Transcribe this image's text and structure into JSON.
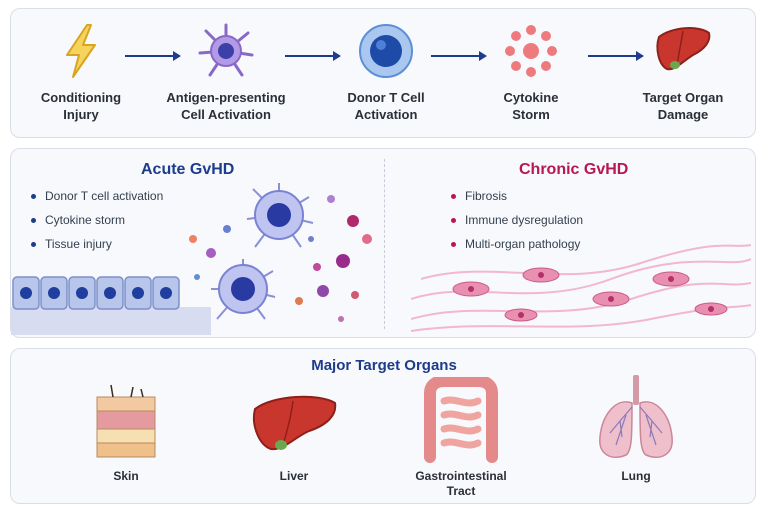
{
  "pathway": {
    "steps": [
      {
        "label": "Conditioning\nInjury",
        "icon": "lightning-icon"
      },
      {
        "label": "Antigen-presenting\nCell Activation",
        "icon": "dendritic-cell-icon"
      },
      {
        "label": "Donor T Cell\nActivation",
        "icon": "t-cell-icon"
      },
      {
        "label": "Cytokine\nStorm",
        "icon": "cytokine-cluster-icon"
      },
      {
        "label": "Target Organ\nDamage",
        "icon": "liver-icon"
      }
    ]
  },
  "acute": {
    "title": "Acute GvHD",
    "bullets": [
      "Donor T cell activation",
      "Cytokine storm",
      "Tissue injury"
    ],
    "color": "#1e3c8c"
  },
  "chronic": {
    "title": "Chronic GvHD",
    "bullets": [
      "Fibrosis",
      "Immune dysregulation",
      "Multi-organ pathology"
    ],
    "color": "#b8174f"
  },
  "organs": {
    "title": "Major Target Organs",
    "items": [
      {
        "label": "Skin",
        "icon": "skin-icon"
      },
      {
        "label": "Liver",
        "icon": "liver-icon"
      },
      {
        "label": "Gastrointestinal\nTract",
        "icon": "intestine-icon"
      },
      {
        "label": "Lung",
        "icon": "lung-icon"
      }
    ]
  }
}
